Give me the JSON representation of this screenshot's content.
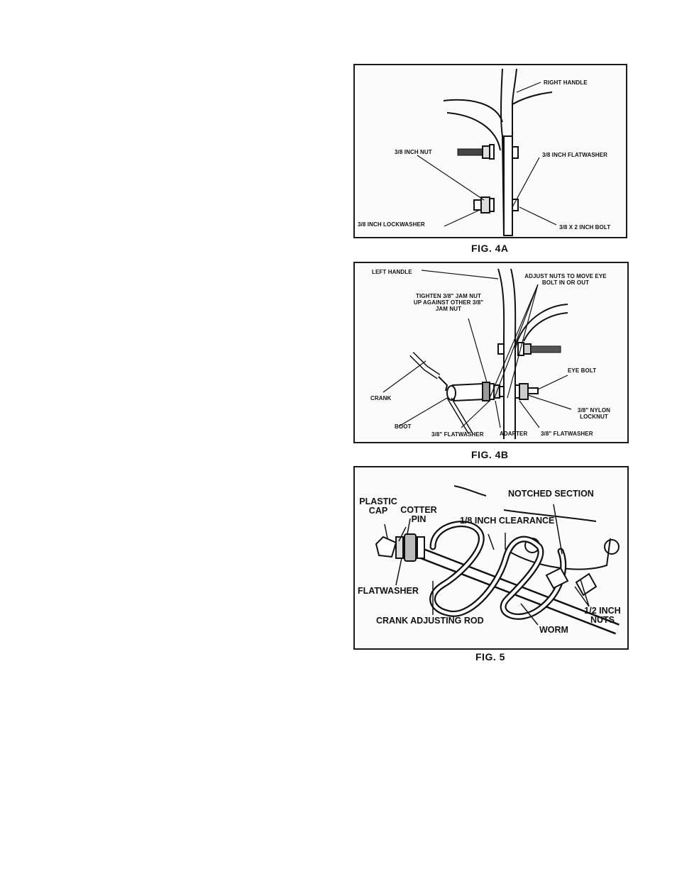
{
  "figures": {
    "fig4a": {
      "caption": "FIG. 4A",
      "labels": {
        "right_handle": "RIGHT HANDLE",
        "nut": "3/8 INCH NUT",
        "flatwasher": "3/8 INCH FLATWASHER",
        "lockwasher": "3/8 INCH LOCKWASHER",
        "bolt": "3/8 X 2 INCH BOLT"
      }
    },
    "fig4b": {
      "caption": "FIG. 4B",
      "labels": {
        "left_handle": "LEFT HANDLE",
        "adjust_nuts": "ADJUST NUTS TO MOVE EYE BOLT IN OR OUT",
        "tighten_jam": "TIGHTEN 3/8\" JAM NUT UP AGAINST OTHER 3/8\" JAM NUT",
        "eye_bolt": "EYE BOLT",
        "crank": "CRANK",
        "nylon_locknut": "3/8\" NYLON LOCKNUT",
        "boot": "BOOT",
        "flatwasher_left": "3/8\" FLATWASHER",
        "adapter": "ADAPTER",
        "flatwasher_right": "3/8\" FLATWASHER"
      }
    },
    "fig5": {
      "caption": "FIG. 5",
      "labels": {
        "plastic_cap": "PLASTIC CAP",
        "cotter_pin": "COTTER PIN",
        "notched_section": "NOTCHED SECTION",
        "clearance": "1/8 INCH CLEARANCE",
        "flatwasher": "FLATWASHER",
        "half_inch_nuts": "1/2 INCH NUTS",
        "crank_rod": "CRANK ADJUSTING ROD",
        "worm": "WORM"
      }
    }
  }
}
